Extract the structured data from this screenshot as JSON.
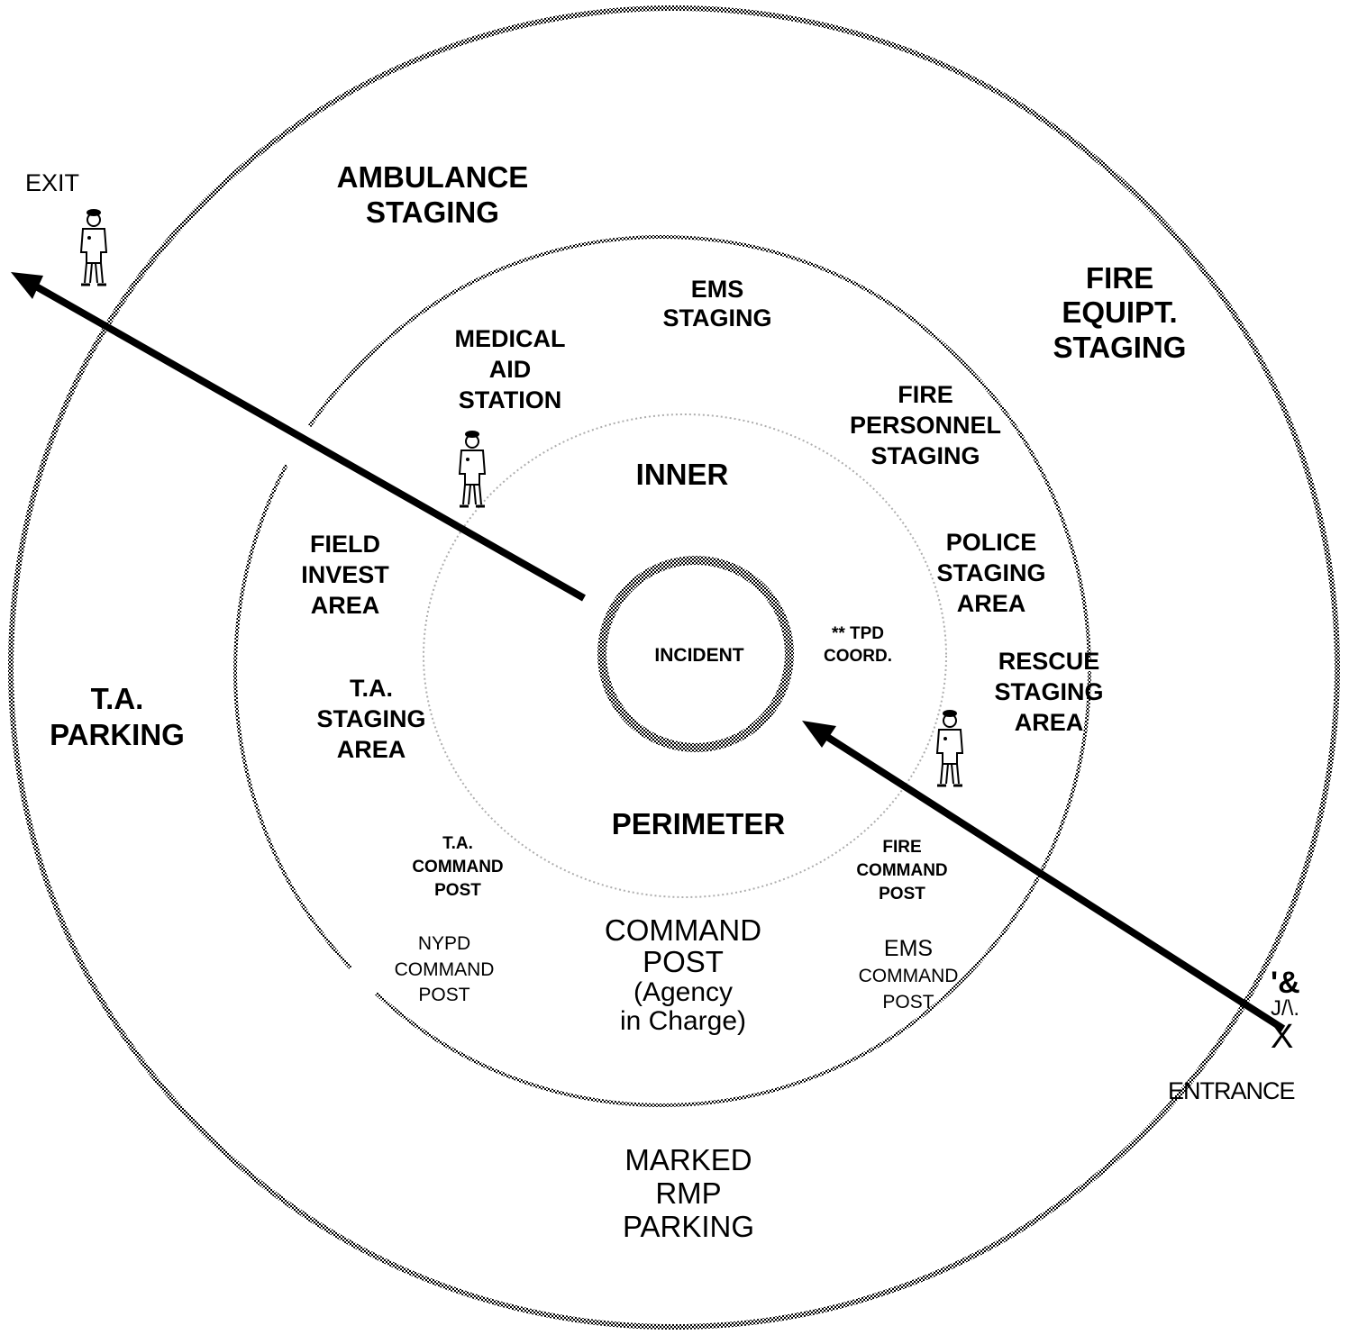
{
  "rings": {
    "inner": "INNER",
    "perimeter": "PERIMETER",
    "incident": "INCIDENT"
  },
  "labels": {
    "exit": "EXIT",
    "entrance": "ENTRANCE",
    "entrance_marks": [
      "'&",
      "J/\\.",
      "X"
    ],
    "ambulance_staging": [
      "AMBULANCE",
      "STAGING"
    ],
    "fire_equipt_staging": [
      "FIRE",
      "EQUIPT.",
      "STAGING"
    ],
    "ems_staging": [
      "EMS",
      "STAGING"
    ],
    "medical_aid_station": [
      "MEDICAL",
      "AID",
      "STATION"
    ],
    "fire_personnel_staging": [
      "FIRE",
      "PERSONNEL",
      "STAGING"
    ],
    "police_staging_area": [
      "POLICE",
      "STAGING",
      "AREA"
    ],
    "tpd_coord": [
      "** TPD",
      "COORD."
    ],
    "rescue_staging_area": [
      "RESCUE",
      "STAGING",
      "AREA"
    ],
    "field_invest_area": [
      "FIELD",
      "INVEST",
      "AREA"
    ],
    "ta_parking": [
      "T.A.",
      "PARKING"
    ],
    "ta_staging_area": [
      "T.A.",
      "STAGING",
      "AREA"
    ],
    "ta_command_post": [
      "T.A.",
      "COMMAND",
      "POST"
    ],
    "fire_command_post": [
      "FIRE",
      "COMMAND",
      "POST"
    ],
    "nypd_command_post": [
      "NYPD",
      "COMMAND",
      "POST"
    ],
    "ems_command_post": [
      "EMS",
      "COMMAND",
      "POST"
    ],
    "command_post": [
      "COMMAND",
      "POST",
      "(Agency",
      "in Charge)"
    ],
    "marked_rmp_parking": [
      "MARKED",
      "RMP",
      "PARKING"
    ]
  },
  "icons": [
    "police-officer-icon",
    "exit-arrow-icon",
    "entrance-arrow-icon"
  ]
}
